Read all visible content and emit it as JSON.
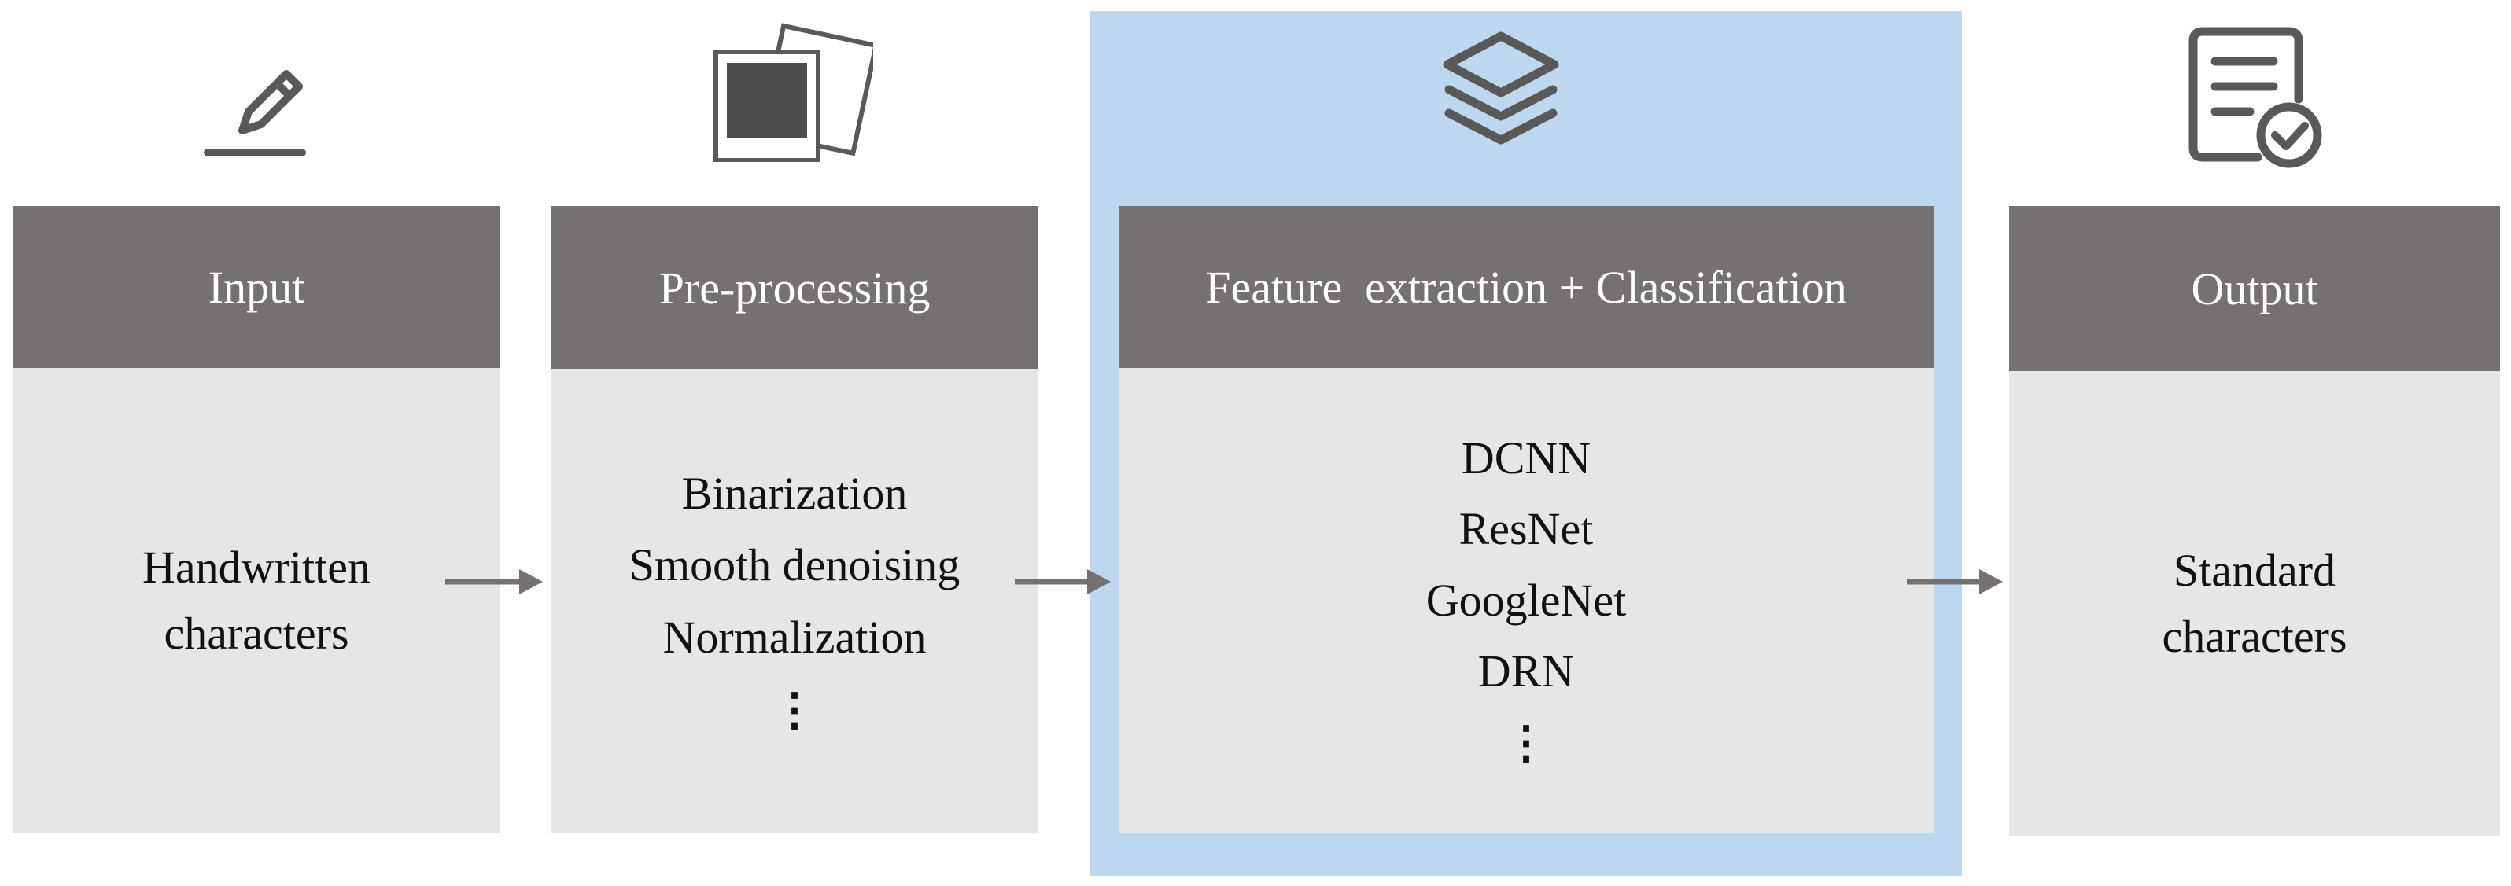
{
  "colors": {
    "header_bg": "#767171",
    "body_bg": "#e7e6e6",
    "highlight_bg": "#bdd7ee",
    "icon_stroke": "#595959",
    "arrow": "#767171"
  },
  "stages": [
    {
      "icon": "pencil-icon",
      "title": "Input",
      "lines": [
        "Handwritten",
        "characters"
      ]
    },
    {
      "icon": "photos-icon",
      "title": "Pre-processing",
      "lines": [
        "Binarization",
        "Smooth denoising",
        "Normalization",
        "⋮"
      ]
    },
    {
      "icon": "layers-icon",
      "title": "Feature  extraction + Classification",
      "lines": [
        "DCNN",
        "ResNet",
        "GoogleNet",
        "DRN",
        "⋮"
      ]
    },
    {
      "icon": "checklist-icon",
      "title": "Output",
      "lines": [
        "Standard",
        "characters"
      ]
    }
  ]
}
